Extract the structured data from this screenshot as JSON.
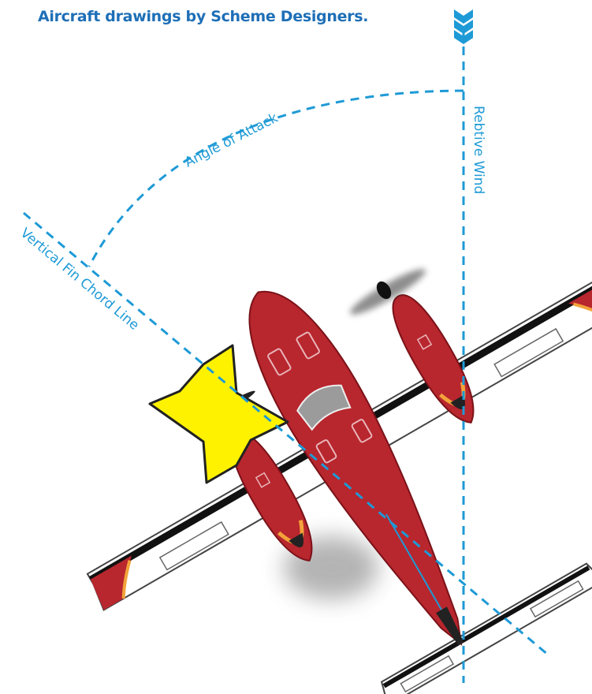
{
  "credit": "Aircraft drawings by Scheme Designers.",
  "labels": {
    "angle_of_attack": "Angle of Attack",
    "relative_wind": "Rebtive Wind",
    "vertical_fin_chord_line": "Vertical Fin Chord Line"
  },
  "marker": "X",
  "colors": {
    "dashed_lines": "#1e9ad6",
    "label_text": "#1e9ad6",
    "credit_text": "#1e6fb7",
    "fuselage": "#b8262e",
    "marker_fill": "#fff200",
    "marker_stroke": "#222222",
    "wing_fill": "#ffffff",
    "wing_stripe": "#111111",
    "engine_accent": "#f2a33a"
  },
  "icons": {
    "wind_arrow": "chevron-down-fletching-icon",
    "propeller": "propeller-icon"
  }
}
